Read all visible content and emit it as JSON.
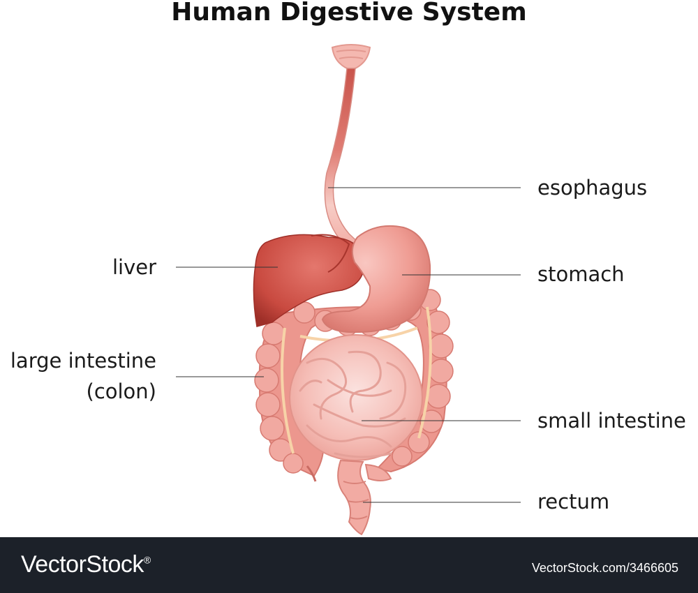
{
  "title": "Human Digestive System",
  "labels": {
    "esophagus": "esophagus",
    "liver": "liver",
    "stomach": "stomach",
    "large_intestine_line1": "large intestine",
    "large_intestine_line2": "(colon)",
    "small_intestine": "small intestine",
    "rectum": "rectum"
  },
  "footer": {
    "brand": "VectorStock",
    "registered": "®",
    "url": "VectorStock.com/3466605"
  },
  "colors": {
    "leader_line": "#333333",
    "organ_light": "#f6b5ae",
    "organ_mid": "#e98b82",
    "liver": "#c5443b",
    "footer_bg": "#1c2129"
  }
}
